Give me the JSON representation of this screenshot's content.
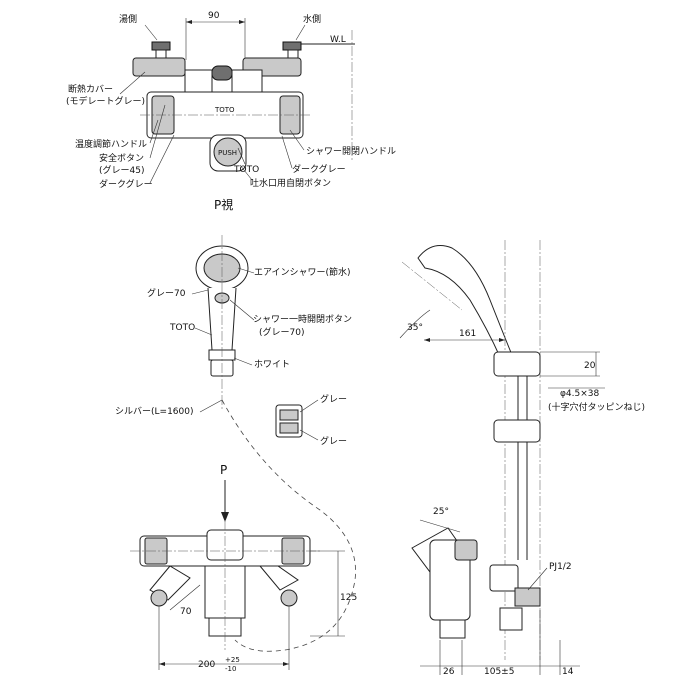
{
  "views": {
    "p_view_title": "P視",
    "p_arrow_label": "P"
  },
  "top_view": {
    "hot_side": "湯側",
    "cold_side": "水側",
    "dim_90": "90",
    "water_level": "W.L",
    "insulation_cover": "断熱カバー",
    "insulation_cover_color": "(モデレートグレー)",
    "temp_handle": "温度調節ハンドル",
    "safety_button": "安全ボタン",
    "safety_button_color": "(グレー45)",
    "dark_grey_left": "ダークグレー",
    "shower_handle": "シャワー開閉ハンドル",
    "dark_grey_right": "ダークグレー",
    "brand": "TOTO",
    "spout_button": "吐水口用自閉ボタン",
    "push_text": "PUSH"
  },
  "shower_head": {
    "air_in_shower": "エアインシャワー(節水)",
    "grey70": "グレー70",
    "one_time_button": "シャワー一時開閉ボタン",
    "one_time_button_color": "(グレー70)",
    "brand": "TOTO",
    "white": "ホワイト",
    "hose": "シルバー(L=1600)"
  },
  "holder": {
    "grey_top": "グレー",
    "grey_bottom": "グレー"
  },
  "side_view": {
    "angle_35": "35°",
    "dim_161": "161",
    "dim_20": "20",
    "screw": "φ4.5×38",
    "screw_note": "(十字穴付タッピンねじ)"
  },
  "front_view": {
    "dim_70": "70",
    "dim_125": "125",
    "dim_200": "200",
    "tol_plus": "+25",
    "tol_minus": "-10"
  },
  "side_faucet": {
    "angle_25": "25°",
    "thread": "PJ1/2",
    "dim_26": "26",
    "dim_105": "105±5",
    "dim_14": "14"
  }
}
